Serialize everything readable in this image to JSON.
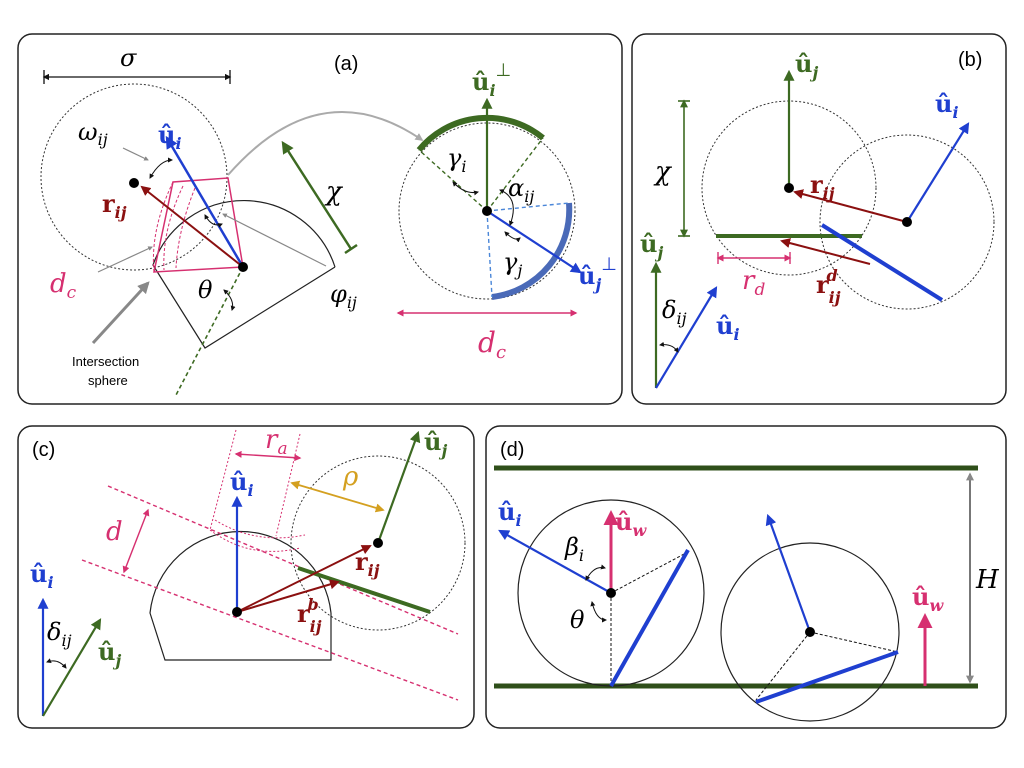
{
  "panels": {
    "a": {
      "label": "(a)",
      "sigma": "σ",
      "omega": "ω",
      "omega_sub": "ij",
      "u": "û",
      "i": "i",
      "r": "r",
      "ij": "ij",
      "dc": "d",
      "c": "c",
      "theta": "θ",
      "chi": "χ",
      "phi": "φ",
      "intersection_1": "Intersection",
      "intersection_2": "sphere",
      "perp": "⊥",
      "j": "j",
      "gamma": "γ",
      "alpha": "α"
    },
    "b": {
      "label": "(b)",
      "u": "û",
      "i": "i",
      "j": "j",
      "chi": "χ",
      "r": "r",
      "ij": "ij",
      "rd": "r",
      "d": "d",
      "delta": "δ"
    },
    "c": {
      "label": "(c)",
      "u": "û",
      "i": "i",
      "j": "j",
      "ra": "r",
      "a": "a",
      "rho": "ρ",
      "d": "d",
      "r": "r",
      "ij": "ij",
      "b": "b",
      "delta": "δ"
    },
    "d": {
      "label": "(d)",
      "u": "û",
      "i": "i",
      "w": "w",
      "beta": "β",
      "theta": "θ",
      "H": "H"
    }
  },
  "colors": {
    "blue": "#1f3fd0",
    "green": "#3d6a22",
    "darkgreen": "#2f4f1a",
    "red": "#8b1010",
    "pink": "#d63070",
    "lightblue": "#4a86d8",
    "steelblue": "#4a6ab8",
    "gold": "#d4a020",
    "gray": "#888888"
  }
}
